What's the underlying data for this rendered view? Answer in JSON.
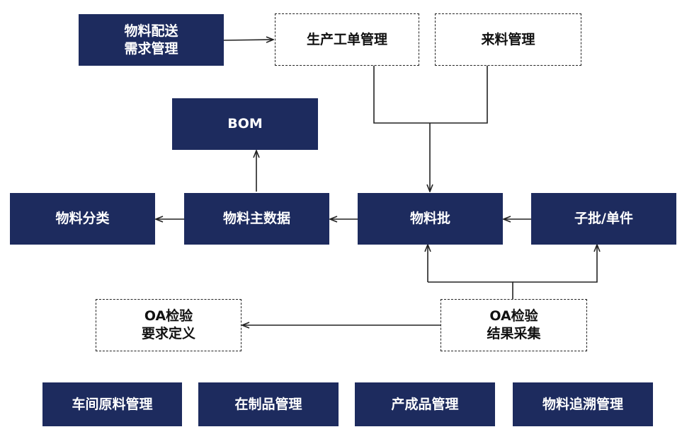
{
  "nodes": {
    "material_delivery_demand": "物料配送\n需求管理",
    "production_order_mgmt": "生产工单管理",
    "incoming_material_mgmt": "来料管理",
    "bom": "BOM",
    "material_classification": "物料分类",
    "material_master_data": "物料主数据",
    "material_batch": "物料批",
    "sub_batch_single_piece": "子批/单件",
    "oa_inspection_requirement_def": "OA检验\n要求定义",
    "oa_inspection_result_collection": "OA检验\n结果采集",
    "workshop_raw_material_mgmt": "车间原料管理",
    "wip_mgmt": "在制品管理",
    "finished_product_mgmt": "产成品管理",
    "material_traceability_mgmt": "物料追溯管理"
  },
  "colors": {
    "solid_fill": "#1d2b5e",
    "solid_text": "#ffffff",
    "dashed_border": "#222222",
    "line": "#222222"
  }
}
